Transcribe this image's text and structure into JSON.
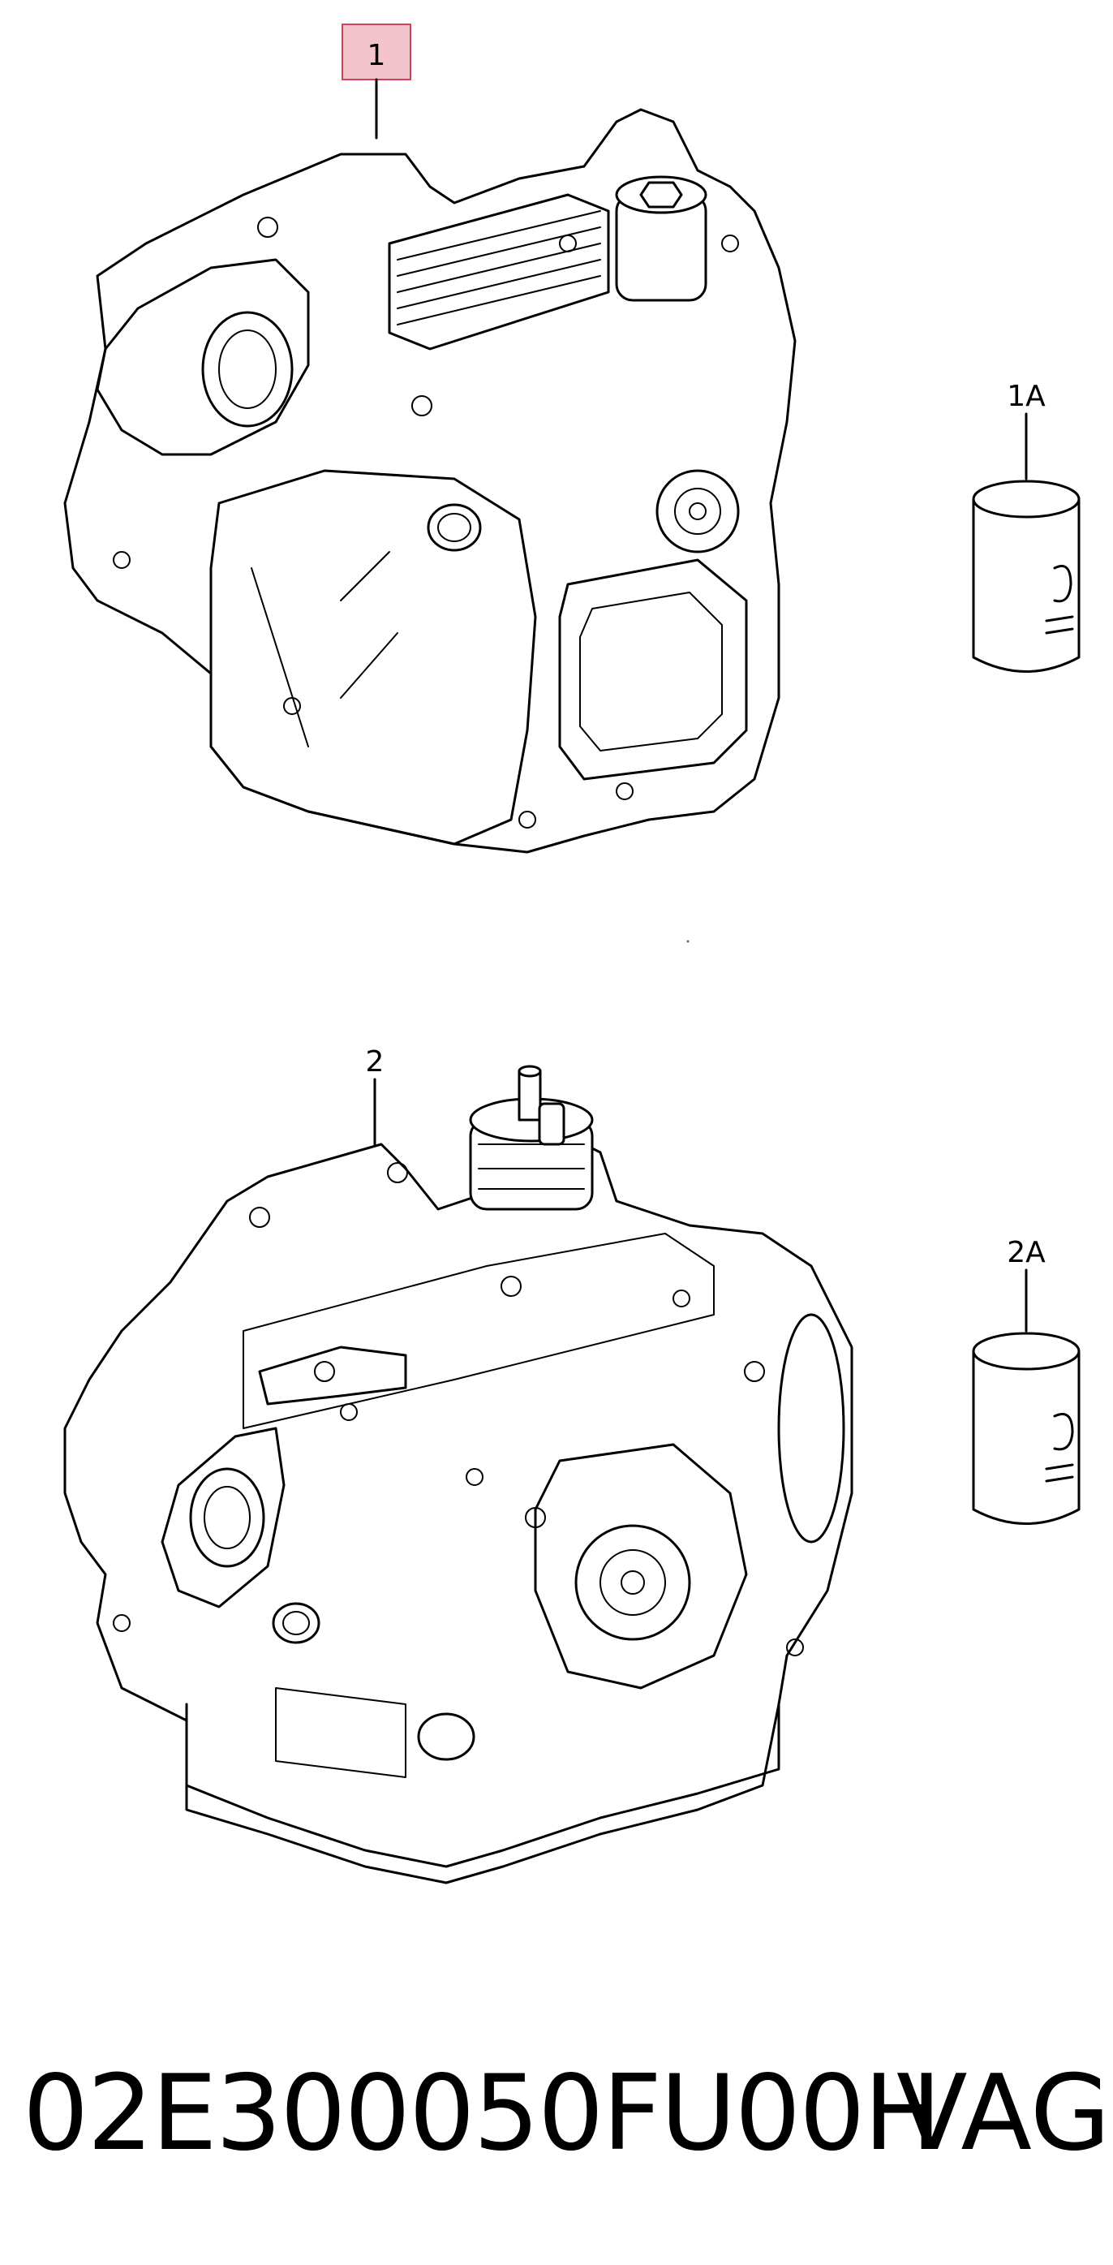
{
  "callouts": {
    "item_1": "1",
    "item_1A": "1A",
    "item_2": "2",
    "item_2A": "2A"
  },
  "footer": {
    "part_number": "02E300050FU00H",
    "brand": "VAG"
  },
  "colors": {
    "highlight_fill": "#f4c4cc",
    "highlight_border": "#d0405a",
    "line": "#000000"
  }
}
